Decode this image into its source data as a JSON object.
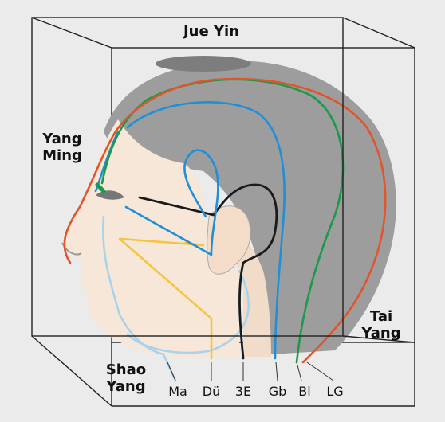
{
  "labels": {
    "top": "Jue Yin",
    "left_line1": "Yang",
    "left_line2": "Ming",
    "right_line1": "Tai",
    "right_line2": "Yang",
    "bottom_left_line1": "Shao",
    "bottom_left_line2": "Yang"
  },
  "meridians": [
    {
      "label": "Ma",
      "color": "#a8d3ec"
    },
    {
      "label": "Dü",
      "color": "#f5c542"
    },
    {
      "label": "3E",
      "color": "#1a1a1a"
    },
    {
      "label": "Gb",
      "color": "#1f8fd6"
    },
    {
      "label": "Bl",
      "color": "#1a9a4a"
    },
    {
      "label": "LG",
      "color": "#e0552b"
    }
  ]
}
